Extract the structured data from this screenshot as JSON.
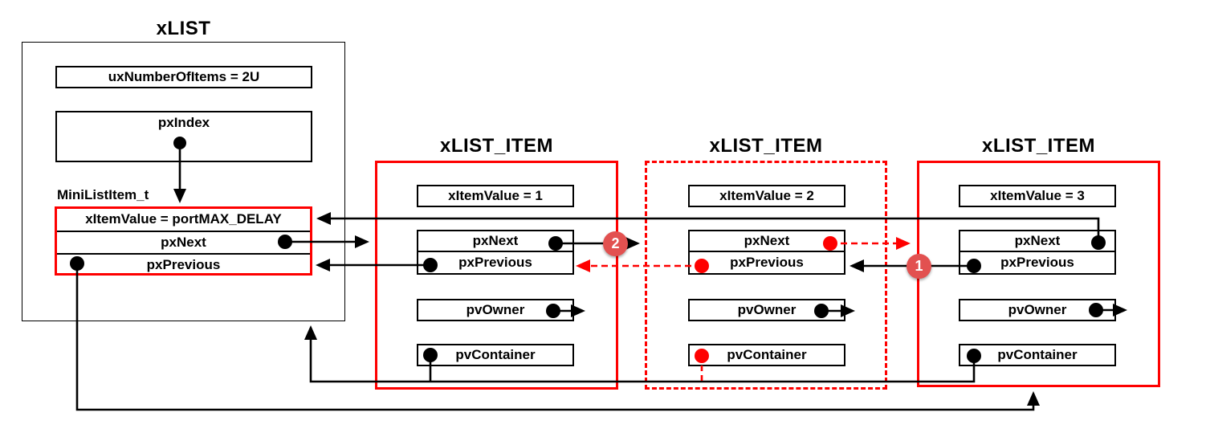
{
  "xlist": {
    "title": "xLIST",
    "ux_number_of_items": "uxNumberOfItems = 2U",
    "px_index": "pxIndex",
    "mini_label": "MiniListItem_t",
    "mini_rows": {
      "item_value": "xItemValue = portMAX_DELAY",
      "px_next": "pxNext",
      "px_previous": "pxPrevious"
    }
  },
  "items": [
    {
      "title": "xLIST_ITEM",
      "item_value": "xItemValue = 1",
      "px_next": "pxNext",
      "px_previous": "pxPrevious",
      "pv_owner": "pvOwner",
      "pv_container": "pvContainer",
      "border_style": "solid"
    },
    {
      "title": "xLIST_ITEM",
      "item_value": "xItemValue = 2",
      "px_next": "pxNext",
      "px_previous": "pxPrevious",
      "pv_owner": "pvOwner",
      "pv_container": "pvContainer",
      "border_style": "dashed"
    },
    {
      "title": "xLIST_ITEM",
      "item_value": "xItemValue = 3",
      "px_next": "pxNext",
      "px_previous": "pxPrevious",
      "pv_owner": "pvOwner",
      "pv_container": "pvContainer",
      "border_style": "solid"
    }
  ],
  "badges": [
    {
      "label": "2"
    },
    {
      "label": "1"
    }
  ],
  "colors": {
    "highlight_red": "#fe0000",
    "badge_red": "#e25150",
    "line_black": "#000000"
  }
}
